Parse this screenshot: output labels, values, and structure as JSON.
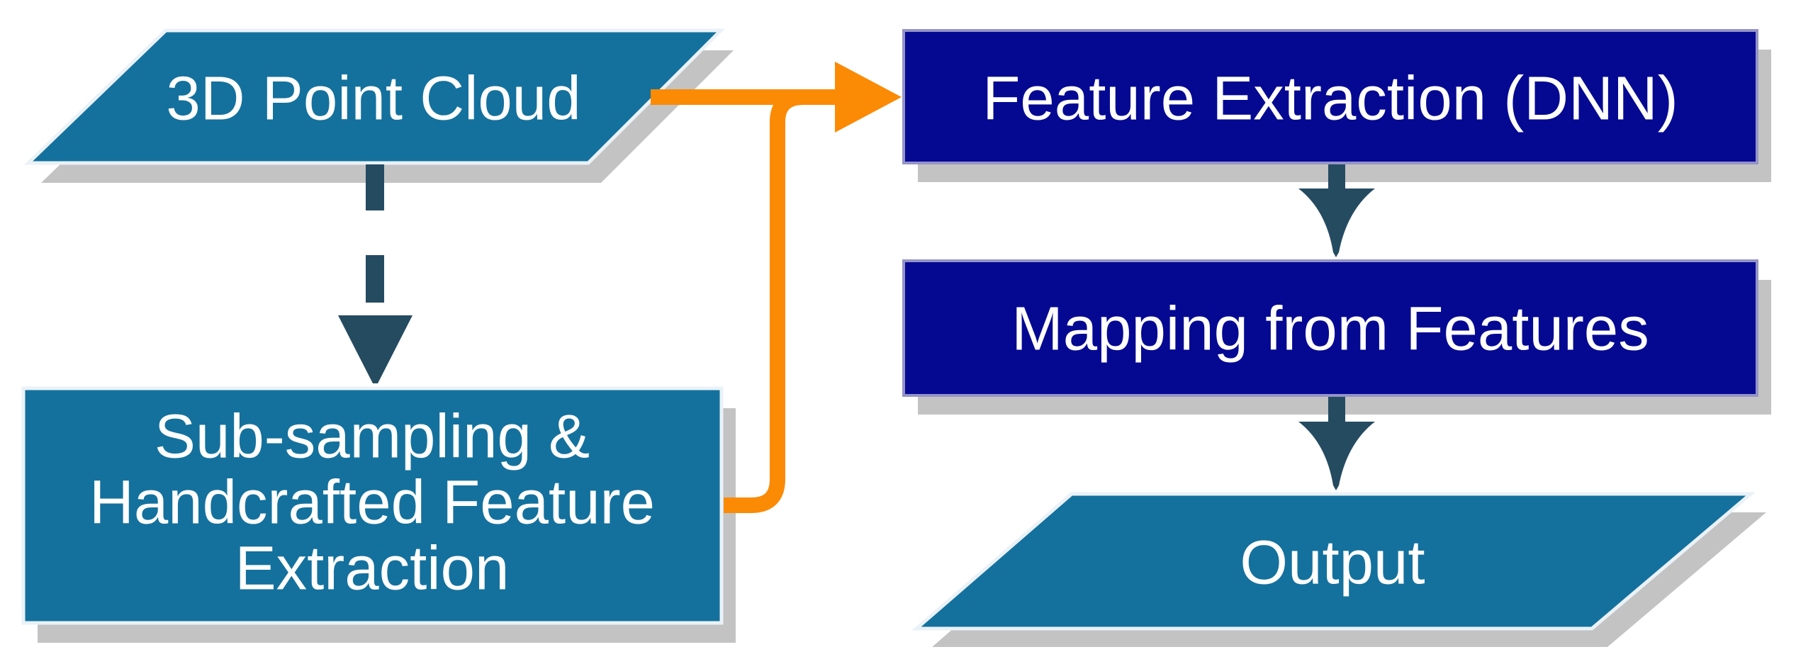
{
  "diagram": {
    "nodes": {
      "point_cloud": {
        "label": "3D Point Cloud",
        "shape": "parallelogram",
        "fill_key": "teal"
      },
      "subsampling": {
        "lines": [
          "Sub-sampling &",
          "Handcrafted Feature",
          "Extraction"
        ],
        "shape": "rectangle",
        "fill_key": "teal"
      },
      "feature_extraction": {
        "label": "Feature Extraction (DNN)",
        "shape": "rectangle",
        "fill_key": "navy"
      },
      "mapping": {
        "label": "Mapping from Features",
        "shape": "rectangle",
        "fill_key": "navy"
      },
      "output": {
        "label": "Output",
        "shape": "parallelogram",
        "fill_key": "teal"
      }
    },
    "edges": [
      {
        "from": "point_cloud",
        "to": "subsampling",
        "style": "dashed",
        "color_key": "arrow_dark"
      },
      {
        "from": "point_cloud",
        "to": "feature_extraction",
        "style": "solid",
        "color_key": "orange"
      },
      {
        "from": "subsampling",
        "to": "feature_extraction",
        "style": "solid",
        "color_key": "orange"
      },
      {
        "from": "feature_extraction",
        "to": "mapping",
        "style": "solid",
        "color_key": "arrow_dark"
      },
      {
        "from": "mapping",
        "to": "output",
        "style": "solid",
        "color_key": "arrow_dark"
      }
    ],
    "colors": {
      "teal": "#14719D",
      "navy": "#050992",
      "orange": "#FB8A04",
      "arrow_dark": "#254B61",
      "shadow": "#C3C3C3",
      "navy_border": "#9494C8",
      "teal_border": "#EAF2F8",
      "text": "#FFFFFF",
      "background": "#FFFFFF"
    }
  }
}
